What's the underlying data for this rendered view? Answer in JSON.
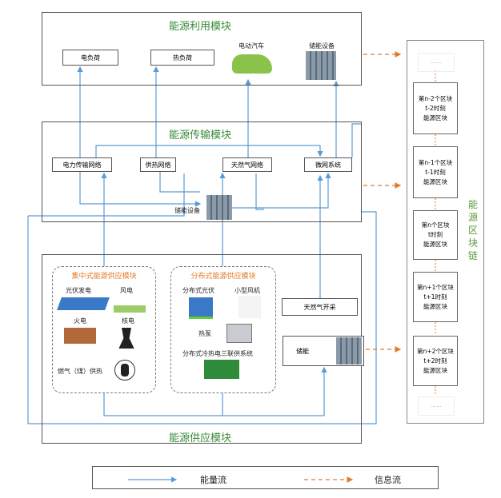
{
  "utilization": {
    "title": "能源利用模块",
    "electric_load": "电负荷",
    "heat_load": "热负荷",
    "ev": "电动汽车",
    "storage": "储能设备"
  },
  "transmission": {
    "title": "能源传输模块",
    "power_grid": "电力传输网络",
    "heating_network": "供热网络",
    "gas_network": "天然气网络",
    "microgrid": "微网系统",
    "storage": "储能设备"
  },
  "supply": {
    "title": "能源供应模块",
    "centralized": {
      "title": "集中式能源供应模块",
      "pv": "光伏发电",
      "wind": "风电",
      "thermal": "火电",
      "nuclear": "核电",
      "gas_heat": "燃气（煤）供热"
    },
    "distributed": {
      "title": "分布式能源供应模块",
      "pv": "分布式光伏",
      "small_wind": "小型风机",
      "heat_pump": "热泵",
      "cchp": "分布式冷热电三联供系统"
    },
    "gas_extraction": "天然气开采",
    "storage": "储能"
  },
  "chain": {
    "title": "能源区块链",
    "ellipsis": "……",
    "blocks": [
      [
        "第n-2个区块",
        "t-2时刻",
        "能源区块"
      ],
      [
        "第n-1个区块",
        "t-1时刻",
        "能源区块"
      ],
      [
        "第n个区块",
        "t时刻",
        "能源区块"
      ],
      [
        "第n+1个区块",
        "t+1时刻",
        "能源区块"
      ],
      [
        "第n+2个区块",
        "t+2时刻",
        "能源区块"
      ]
    ]
  },
  "legend": {
    "energy_flow": "能量流",
    "info_flow": "信息流"
  },
  "colors": {
    "energy": "#5b9bd5",
    "info": "#e07b2a",
    "title": "#3a8a3a"
  }
}
